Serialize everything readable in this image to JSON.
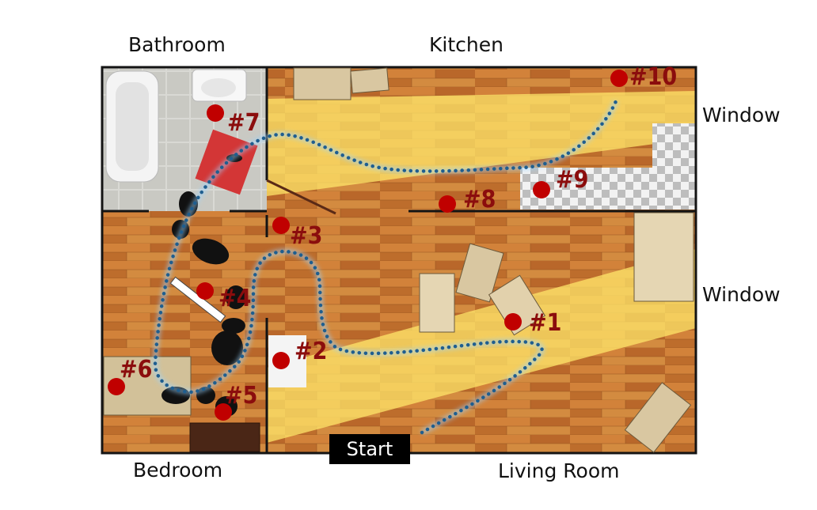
{
  "rooms": {
    "bathroom": "Bathroom",
    "kitchen": "Kitchen",
    "bedroom": "Bedroom",
    "living_room": "Living Room"
  },
  "windows": {
    "upper": "Window",
    "lower": "Window"
  },
  "start_label": "Start",
  "markers": [
    "#1",
    "#2",
    "#3",
    "#4",
    "#5",
    "#6",
    "#7",
    "#8",
    "#9",
    "#10"
  ],
  "colors": {
    "marker": "#c00000",
    "path": "#1f5e8f",
    "wood": "#c8752e",
    "light": "#ffe56a"
  }
}
